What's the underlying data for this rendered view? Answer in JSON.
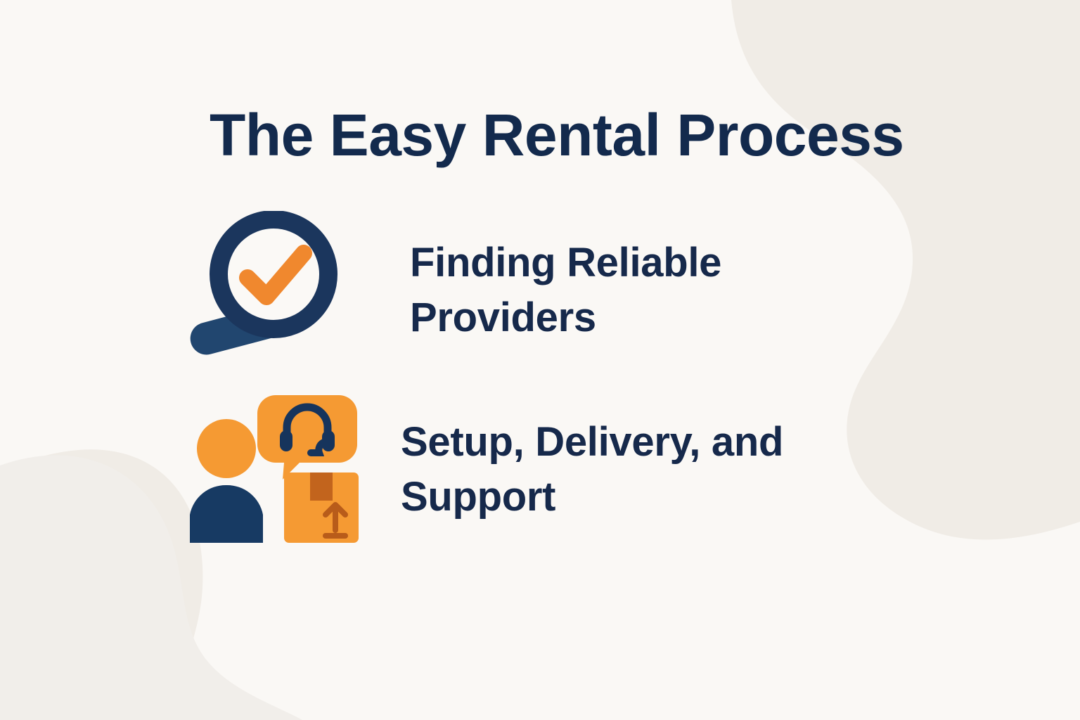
{
  "page": {
    "background_color": "#faf8f5",
    "blob_color": "#f0ece6",
    "navy": "#16294b",
    "navy_deep": "#1b365d",
    "navy_handle": "#21466f",
    "orange": "#f59a33",
    "orange_deep": "#f0882e",
    "orange_dark": "#c2641d"
  },
  "header": {
    "title": "The Easy Rental Process"
  },
  "steps": [
    {
      "icon": "magnifier-check-icon",
      "label_lines": [
        "Finding Reliable",
        "Providers"
      ],
      "label_full": "Finding Reliable Providers"
    },
    {
      "icon": "support-delivery-icon",
      "label_lines": [
        "Setup, Delivery, and",
        "Support"
      ],
      "label_full": "Setup, Delivery, and Support"
    }
  ]
}
